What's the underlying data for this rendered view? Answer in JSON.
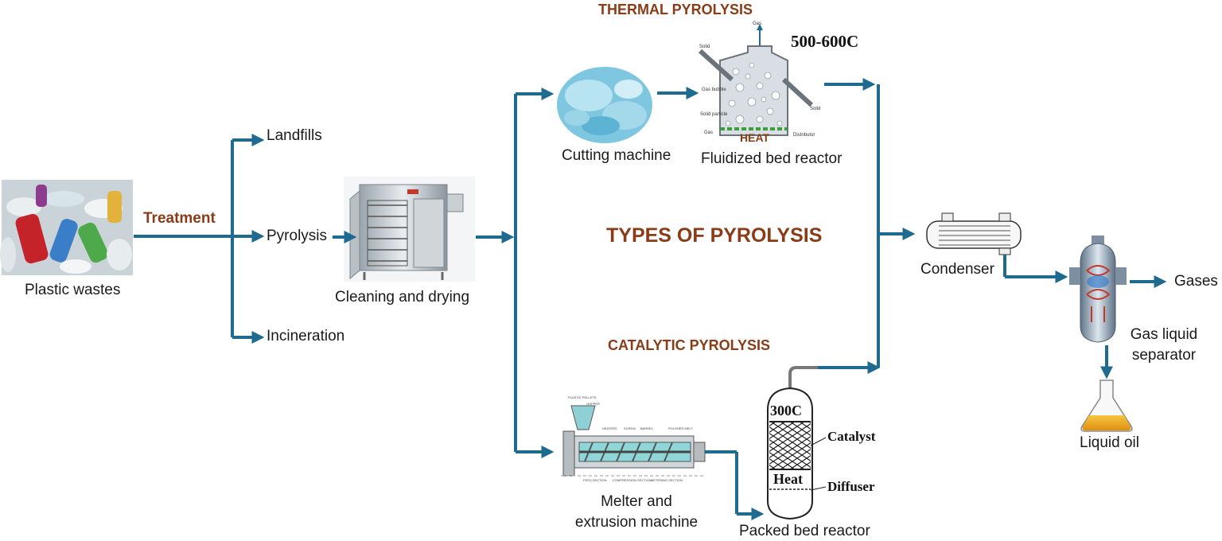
{
  "titles": {
    "thermal": "THERMAL PYROLYSIS",
    "types": "TYPES OF PYROLYSIS",
    "catalytic": "CATALYTIC PYROLYSIS"
  },
  "labels": {
    "plastic_wastes": "Plastic wastes",
    "treatment": "Treatment",
    "landfills": "Landfills",
    "pyrolysis": "Pyrolysis",
    "incineration": "Incineration",
    "cleaning_drying": "Cleaning and drying",
    "cutting_machine": "Cutting machine",
    "fluidized_bed": "Fluidized bed reactor",
    "melter_line1": "Melter and",
    "melter_line2": "extrusion machine",
    "packed_bed": "Packed bed reactor",
    "condenser": "Condenser",
    "gases": "Gases",
    "separator_line1": "Gas liquid",
    "separator_line2": "separator",
    "liquid_oil": "Liquid oil"
  },
  "reactor_thermal": {
    "temperature": "500-600C",
    "heat": "HEAT",
    "gas_top": "Gas",
    "solid_in": "Solid",
    "solid_out": "Solid",
    "gas_bubble": "Gas bubble",
    "solid_particle": "Solid particle",
    "gas_in": "Gas",
    "distributor": "Distributor"
  },
  "reactor_packed": {
    "temperature": "300C",
    "catalyst": "Catalyst",
    "heat": "Heat",
    "diffuser": "Diffuser"
  },
  "extruder_parts": {
    "pellets": "PLASTIC PELLETS",
    "hopper": "HOPPER",
    "heaters": "HEATERS",
    "screw": "SCREW",
    "barrel": "BARREL",
    "melt": "POLYMER MELT",
    "feed": "FEED SECTION",
    "compression": "COMPRESSION SECTION",
    "metering": "METERING SECTION"
  },
  "colors": {
    "arrow": "#1f6b8f",
    "title": "#8a3b17",
    "heat_bar": "#3a9c3a"
  }
}
